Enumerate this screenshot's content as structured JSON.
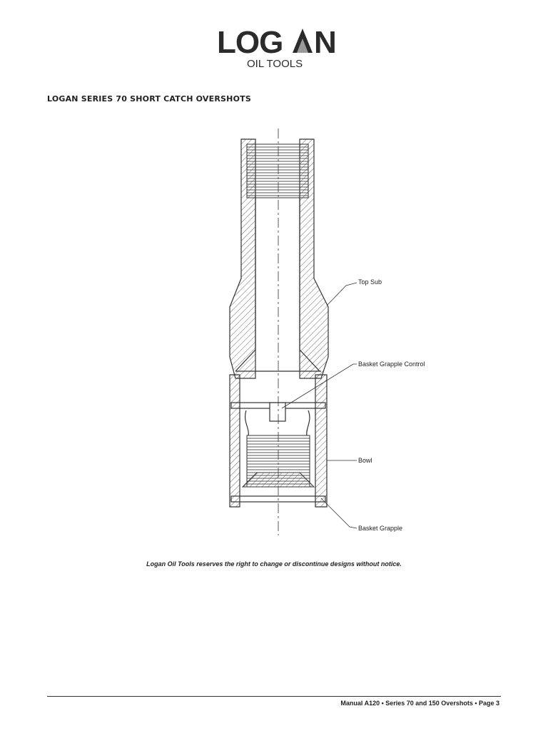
{
  "header": {
    "logo_wordmark": "LOGAN",
    "logo_subtitle": "OIL TOOLS"
  },
  "section_title": "LOGAN SERIES 70 SHORT CATCH OVERSHOTS",
  "drawing": {
    "callouts": [
      {
        "id": "top-sub",
        "label": "Top Sub"
      },
      {
        "id": "basket-grapple-control",
        "label": "Basket Grapple Control"
      },
      {
        "id": "bowl",
        "label": "Bowl"
      },
      {
        "id": "basket-grapple",
        "label": "Basket Grapple"
      }
    ]
  },
  "disclaimer": "Logan Oil Tools reserves the right to change or discontinue designs without notice.",
  "footer": {
    "text": "Manual A120 • Series 70 and 150 Overshots • Page 3"
  }
}
